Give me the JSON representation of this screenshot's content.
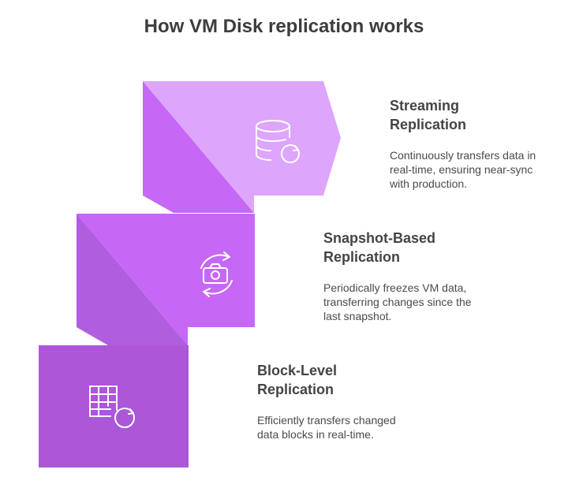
{
  "title": "How VM Disk replication works",
  "colors": {
    "step1_front": "#dea5fc",
    "step1_fold": "#c767f6",
    "step2_front": "#c668f5",
    "step2_fold": "#b15de0",
    "step3_front": "#ab57d8",
    "step3_fold": "#9d4fcc",
    "icon_stroke": "#ffffff"
  },
  "steps": [
    {
      "title_line1": "Streaming",
      "title_line2": "Replication",
      "description": "Continuously transfers data in real-time, ensuring near-sync with production.",
      "icon": "database-sync-icon"
    },
    {
      "title_line1": "Snapshot-Based",
      "title_line2": "Replication",
      "description": "Periodically freezes VM data, transferring changes since the last snapshot.",
      "icon": "camera-sync-icon"
    },
    {
      "title_line1": "Block-Level",
      "title_line2": "Replication",
      "description": "Efficiently transfers changed data blocks in real-time.",
      "icon": "table-sync-icon"
    }
  ]
}
